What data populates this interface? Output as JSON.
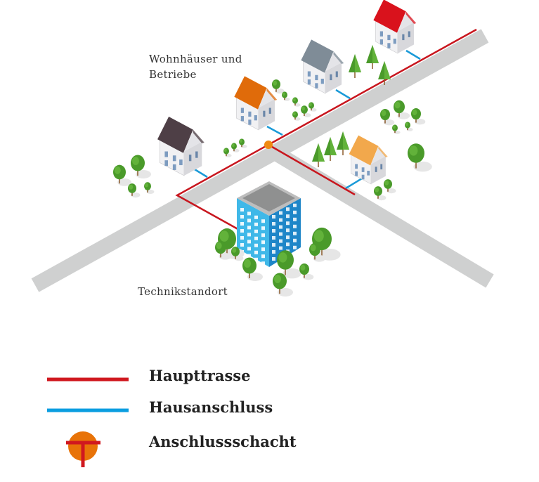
{
  "labels": {
    "residential_line1": "Wohnhäuser und",
    "residential_line2": "Betriebe",
    "technical_site": "Technikstandort"
  },
  "legend": [
    {
      "label": "Haupttrasse",
      "symbol": "red-line",
      "color": "#d0181f"
    },
    {
      "label": "Hausanschluss",
      "symbol": "blue-line",
      "color": "#0b9ee0"
    },
    {
      "label": "Anschlussschacht",
      "symbol": "orange-circle-t",
      "color": "#e87308"
    }
  ],
  "colors": {
    "road": "#cfd0d0",
    "main_route": "#c8161e",
    "house_connection": "#1a9ad8",
    "manhole": "#f08a12",
    "tree": "#4a9a2a",
    "office_left": "#3fb8e8",
    "office_right": "#1e86c8",
    "office_top": "#8f9090"
  },
  "houses": [
    {
      "roof": "#4e3f46"
    },
    {
      "roof": "#e06b0a"
    },
    {
      "roof": "#7f8c97"
    },
    {
      "roof": "#d9121c"
    },
    {
      "roof": "#f2a84c"
    }
  ]
}
